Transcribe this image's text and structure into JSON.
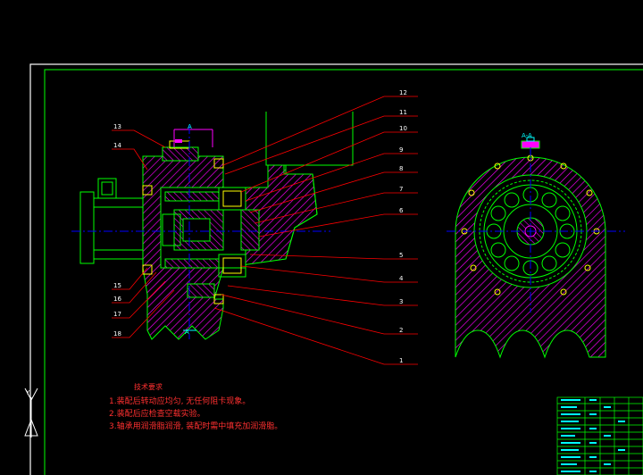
{
  "drawing": {
    "section_marker": "A",
    "section_view_title": "A-A",
    "ucs_y_label": "Y",
    "part_numbers_right": [
      "12",
      "11",
      "10",
      "9",
      "8",
      "7",
      "6",
      "5",
      "4",
      "3",
      "2",
      "1"
    ],
    "part_numbers_left_top": [
      "13",
      "14"
    ],
    "part_numbers_left_bottom": [
      "15",
      "16",
      "17",
      "18"
    ]
  },
  "technical_requirements": {
    "heading": "技术要求",
    "items": [
      "1.装配后转动应均匀, 无任何阻卡现象。",
      "2.装配后应检查空载实验。",
      "3.轴承用润滑脂润滑, 装配时需中填充加润滑脂。"
    ]
  },
  "colors": {
    "frame": "#ffffff",
    "inner_frame": "#00ff00",
    "outline": "#00ff00",
    "hatch": "#ff00ff",
    "centerline": "#0000ff",
    "leader": "#ff0000",
    "accent": "#00ffff",
    "notes": "#ff3030"
  }
}
